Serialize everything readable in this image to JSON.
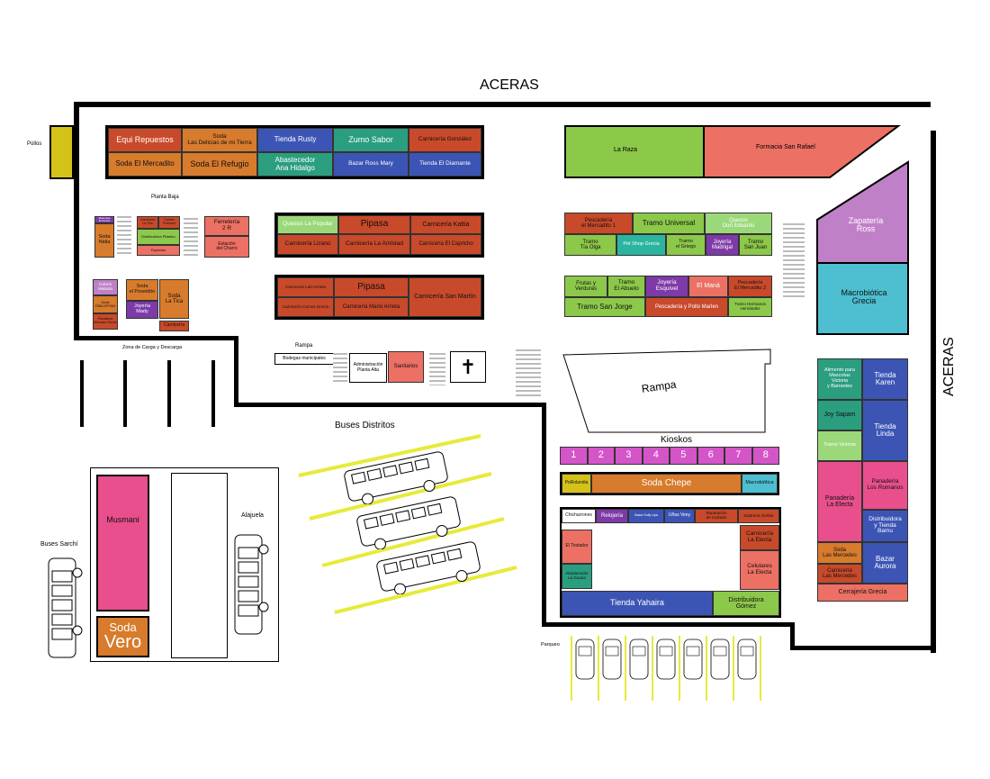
{
  "labels": {
    "aceras_top": "ACERAS",
    "aceras_right": "ACERAS",
    "pollos": "Pollos",
    "planta_baja": "Planta Baja",
    "zona_carga": "Zona de Carga y Descarga",
    "rampa_small": "Rampa",
    "buses_distritos": "Buses Distritos",
    "alajuela": "Alajuela",
    "buses_sarchi": "Buses Sarchí",
    "parqueo": "Parqueo",
    "rampa_big": "Rampa",
    "kioskos": "Kioskos",
    "cross": "✝"
  },
  "colors": {
    "red": "#c84a2a",
    "salmon": "#ec7063",
    "orange": "#d77b2c",
    "blue": "#3c55b5",
    "teal": "#2b9e80",
    "green": "#8cc84a",
    "lightgreen": "#9bd87a",
    "purple": "#7e3aa8",
    "pink": "#e84f8c",
    "magenta": "#d455c8",
    "yellow": "#d4c21a",
    "cyan": "#4dbfd0",
    "lavender": "#c080c8"
  },
  "stalls_block1": {
    "equi": "Equi Repuestos",
    "soda_delicias": "Soda\nLas Delicias de mi Tierra",
    "tienda_rusty": "Tienda Rusty",
    "zumo_sabor": "Zumo Sabor",
    "carn_gonzalez": "Carnicería González",
    "soda_mercadito": "Soda El Mercadito",
    "soda_refugio": "Soda El Refugio",
    "abastecedor_ana": "Abastecedor\nAna Hidalgo",
    "bazar_ross": "Bazar Ross Mary",
    "tienda_diamante": "Tienda El Diamante"
  },
  "stalls_top_right": {
    "la_raza": "La Raza",
    "farmacia": "Formacia San Rafael"
  },
  "stalls_left_small": {
    "s1": "Soda\nNidia",
    "s2": "Mascotas\nEl Centro",
    "s3": "Carnicería\nLa Tica",
    "s4": "Carnes\nPremium",
    "s5": "Distribuidora Plástico",
    "s6": "Especies",
    "ferreteria": "Ferretería\n2 R",
    "estacion_churro": "Estación\ndel Churro",
    "colorin": "Colorín\nMelania",
    "soda_chela": "Soda\nDÑA EFFAN",
    "panaderia_mer": "Panadería\nMercado Grecia",
    "soda_poseidon": "Soda\nel Poseidón",
    "soda_tica": "Soda\nLa Tica",
    "joyeria_mady": "Joyería\nMady",
    "carniceria_small": "Carnicería"
  },
  "stalls_mid": {
    "quesos_popular": "Quesos La Popular",
    "pipasa1": "Pipasa",
    "carn_kattia": "Carnicería Kattia",
    "carn_lizano": "Carnicería Lizano",
    "carn_amistad": "Carnicería La Amistad",
    "carn_capricho": "Carnicería El Capricho",
    "carn_lalo": "Carnicería Lalo Arrieta",
    "pipasa2": "Pipasa",
    "carn_martin": "Carnicería San Martín",
    "carn_grecia": "Carnicería Carnes Grecia",
    "carn_mario": "Carnicería Mario Arrieta"
  },
  "stalls_right_mid": {
    "pesc_mercadito1": "Pescadería\nel Mercadito 1",
    "tramo_universal": "Tramo Universal",
    "quesos_eduardo": "Quesos\nDon Eduardo",
    "tramo_olga": "Tramo\nTía Olga",
    "pet_shop": "Pet Shop Grecia",
    "tramo_griego": "Tramo\nel Griego",
    "joyeria_madrigal": "Joyería\nMadrigal",
    "tramo_sanjuan": "Tramo\nSan Juan",
    "frutas": "Frutas y\nVerduras",
    "tramo_abuelo": "Tramo\nEl Abuelo",
    "joyeria_esquivel": "Joyería\nEsquivel",
    "el_mana": "El Maná",
    "pesc_mercadito2": "Pescadería\nEl Mercadito 2",
    "tramo_sanjorge": "Tramo San Jorge",
    "pesc_pollo": "Pescadería y Pollo Marlen",
    "tramo_hermanos": "Tramo Hermanos\nHernández",
    "zapateria": "Zapatería\nRoss",
    "macrobiotica_grecia": "Macrobiótica\nGrecia"
  },
  "stalls_far_right": {
    "alimento": "Alimento para\nMascotas\nVictoria\ny Barrantes",
    "tienda_karen": "Tienda\nKaren",
    "joy_sapam": "Joy Sapam",
    "tienda_linda": "Tienda\nLinda",
    "tramo_victoria": "Tramo Victoria",
    "panaderia_electa": "Panadería\nLa Electa",
    "panaderia_romanos": "Panadería\nLos Romanos",
    "distribuidora_bamu": "Distribuidora\ny Tienda\nBamu",
    "soda_mercedes": "Soda\nLas Mercedes",
    "carn_mercedes": "Carnicería\nLas Mercedes",
    "bazar_aurora": "Bazar\nAurora",
    "cerrajeria": "Cerrajería Grecia"
  },
  "kioskos": [
    "1",
    "2",
    "3",
    "4",
    "5",
    "6",
    "7",
    "8"
  ],
  "stalls_bottom_center": {
    "pollolandia": "PoRolandia",
    "soda_chepe": "Soda Chepe",
    "macrobiotica": "Macrobiótica",
    "chicharrones": "Chicharrones",
    "relojeria": "Relojería",
    "bazar_dolly": "Bazar Dolly Lipa",
    "unas_veny": "Uñas Veny",
    "reparacion_calzado": "Reparación\nde Calzado",
    "sastreria": "Sastrería Gerber",
    "el_tostador": "El Tostador",
    "abastecedor_guaria": "Abastecedor\nLa Guaria",
    "carn_electa": "Carnicería\nLa Electa",
    "celulares_electa": "Celulares\nLa Electa",
    "tienda_yahaira": "Tienda Yahaira",
    "distribuidora_gomez": "Distribuidora\nGómez"
  },
  "facilities": {
    "bodegas": "Bodegas municipales",
    "administracion": "Administración\nPlanta Alta",
    "sanitarios": "Sanitarios"
  },
  "bus_area": {
    "musmani": "Musmani",
    "soda_vero_top": "Soda",
    "soda_vero_bottom": "Vero"
  }
}
